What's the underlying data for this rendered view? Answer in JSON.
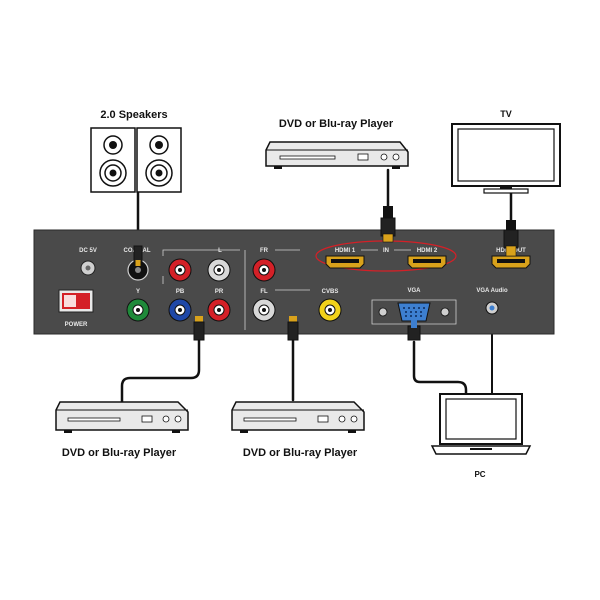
{
  "labels": {
    "speakers": "2.0 Speakers",
    "dvd_top": "DVD or Blu-ray Player",
    "tv": "TV",
    "dvd_bottom_left": "DVD or Blu-ray Player",
    "dvd_bottom_mid": "DVD or Blu-ray Player",
    "pc": "PC"
  },
  "panel": {
    "dc5v": "DC 5V",
    "coaxial": "COAXIAL",
    "l": "L",
    "fr": "FR",
    "hdmi1": "HDMI 1",
    "in": "IN",
    "hdmi2": "HDMI 2",
    "hdmi_out": "HDMI OUT",
    "y": "Y",
    "pb": "PB",
    "pr": "PR",
    "fl": "FL",
    "cvbs": "CVBS",
    "vga": "VGA",
    "vga_audio": "VGA Audio",
    "power": "POWER"
  },
  "colors": {
    "panel": "#4a4a4a",
    "red": "#d42027",
    "green": "#1f8a3a",
    "blue": "#1f48a8",
    "yellow": "#f2d21a",
    "white": "#d8d8d8",
    "highlight": "#d42027"
  }
}
